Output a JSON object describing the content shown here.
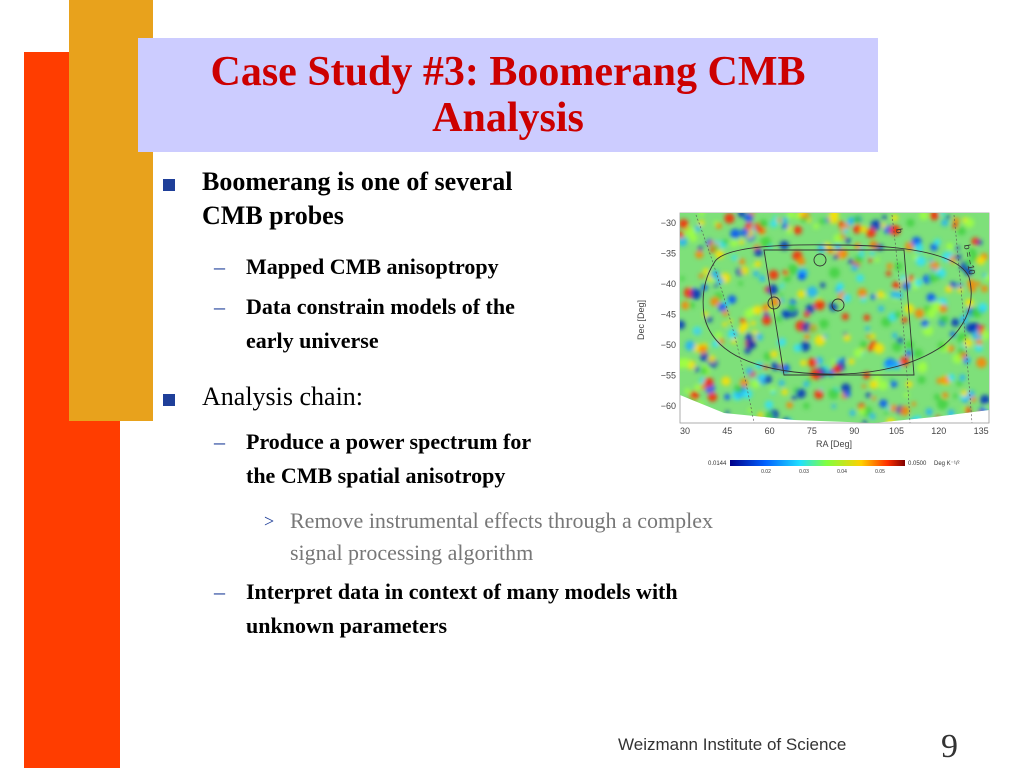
{
  "slide": {
    "title_line1": "Case Study #3:  Boomerang CMB",
    "title_line2": "Analysis",
    "bullets": [
      {
        "line1": "Boomerang is one of several",
        "line2": "CMB probes"
      },
      {
        "line1": "Analysis chain:"
      }
    ],
    "sub_bullets": {
      "mapped": "Mapped CMB anisoptropy",
      "constrain_line1": "Data constrain models of the",
      "constrain_line2": "early universe",
      "produce_line1": "Produce a power spectrum for",
      "produce_line2": "the CMB spatial anisotropy",
      "remove_line1": "Remove instrumental effects through a complex",
      "remove_line2": "signal processing algorithm",
      "interpret_line1": "Interpret data in context of many models with",
      "interpret_line2": "unknown parameters"
    },
    "footer": "Weizmann Institute of Science",
    "page_number": "9"
  },
  "figure": {
    "ylabel": "Dec [Deg]",
    "xlabel": "RA [Deg]",
    "yticks": [
      "−30",
      "−35",
      "−40",
      "−45",
      "−50",
      "−55",
      "−60"
    ],
    "xticks": [
      "30",
      "45",
      "60",
      "75",
      "90",
      "105",
      "120",
      "135"
    ],
    "contour_labels": [
      "b = −10",
      "b"
    ],
    "colorbar_min": "0.0144",
    "colorbar_max": "0.0500",
    "colorbar_unit": "Deg K⁻¹/²",
    "colorbar_ticks": [
      "0.02",
      "0.03",
      "0.04",
      "0.05"
    ]
  },
  "colors": {
    "title": "#cc0000",
    "title_bg": "#ccccff",
    "accent_red": "#ff3d00",
    "accent_orange": "#e8a21c",
    "bullet": "#1f3f99"
  }
}
